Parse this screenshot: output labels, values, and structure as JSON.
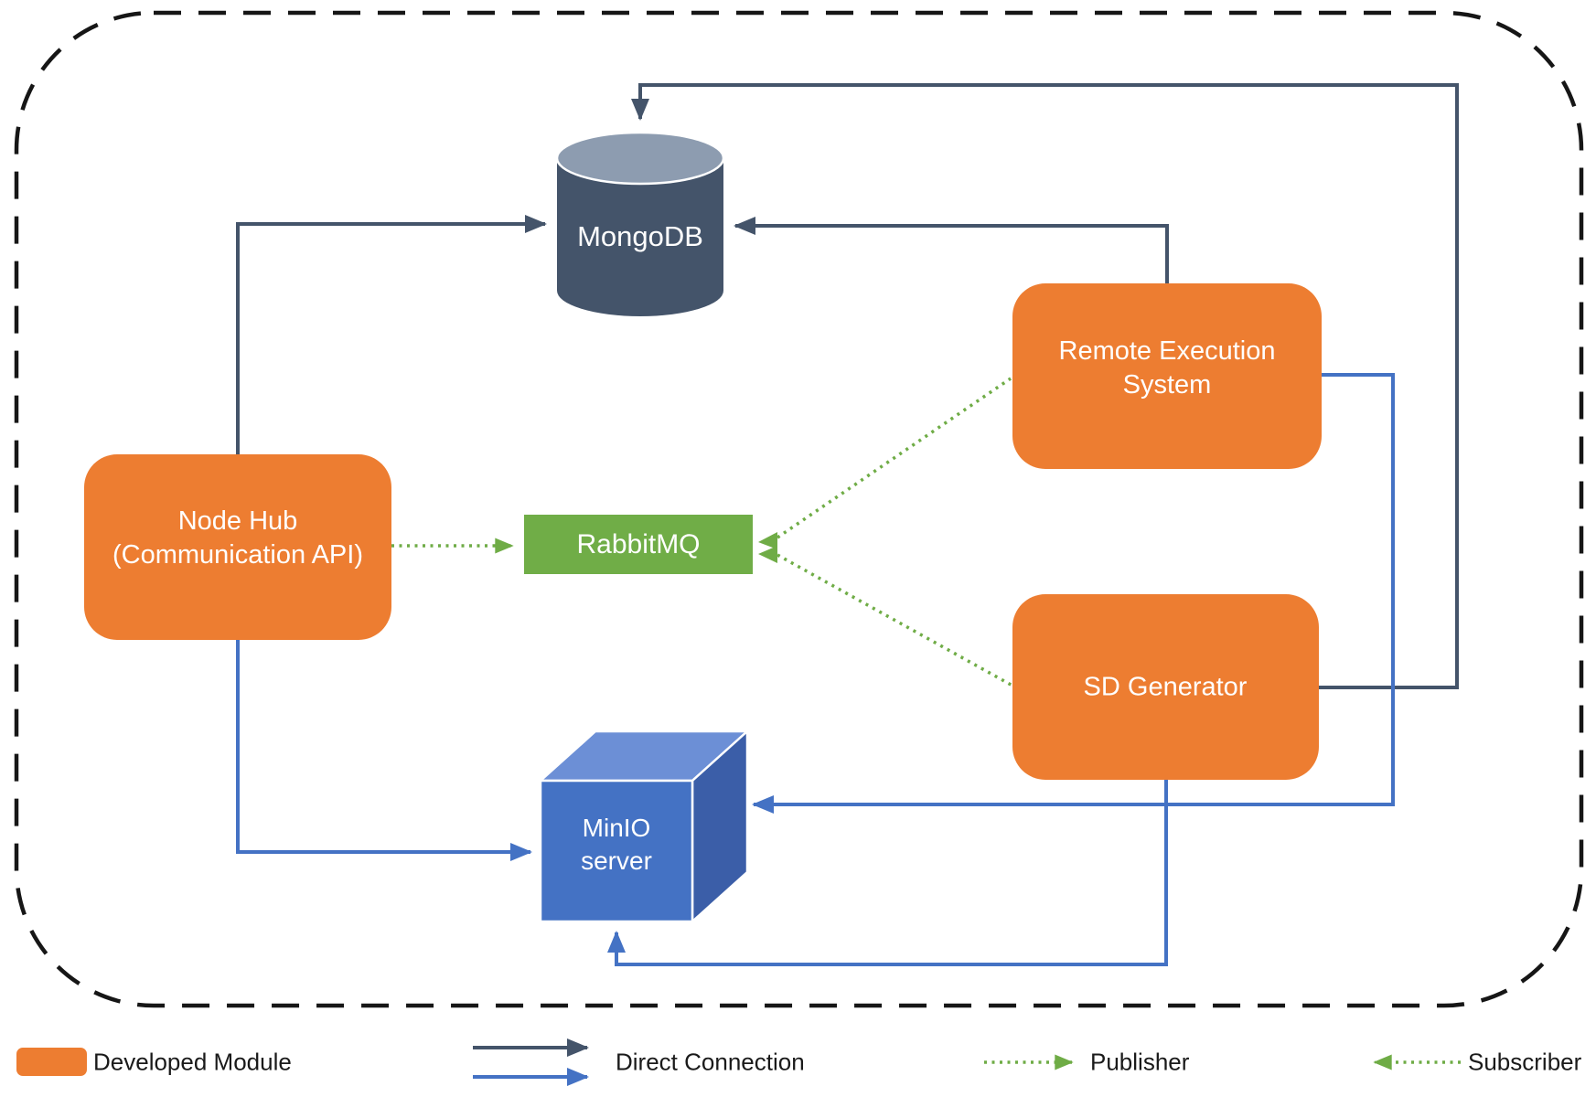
{
  "diagram": {
    "nodes": {
      "mongodb": {
        "label": "MongoDB"
      },
      "node_hub": {
        "label_line1": "Node Hub",
        "label_line2": "(Communication API)"
      },
      "rabbitmq": {
        "label": "RabbitMQ"
      },
      "remote_execution": {
        "label_line1": "Remote Execution",
        "label_line2": "System"
      },
      "sd_generator": {
        "label": "SD Generator"
      },
      "minio": {
        "label_line1": "MinIO",
        "label_line2": "server"
      }
    },
    "colors": {
      "module_orange": "#ED7D31",
      "queue_green": "#70AD47",
      "dark_connection": "#44546A",
      "blue_connection": "#4472C4",
      "publisher_green": "#6FAC46",
      "cylinder_body": "#44546A",
      "cylinder_top": "#8D9CB0",
      "cube_front": "#4472C4",
      "cube_top": "#6C8FD6",
      "cube_side": "#3B5EA8",
      "legend_text": "#1a1a1a"
    },
    "legend": [
      {
        "label": "Developed Module"
      },
      {
        "label": "Direct Connection"
      },
      {
        "label": "Publisher"
      },
      {
        "label": "Subscriber"
      }
    ]
  }
}
